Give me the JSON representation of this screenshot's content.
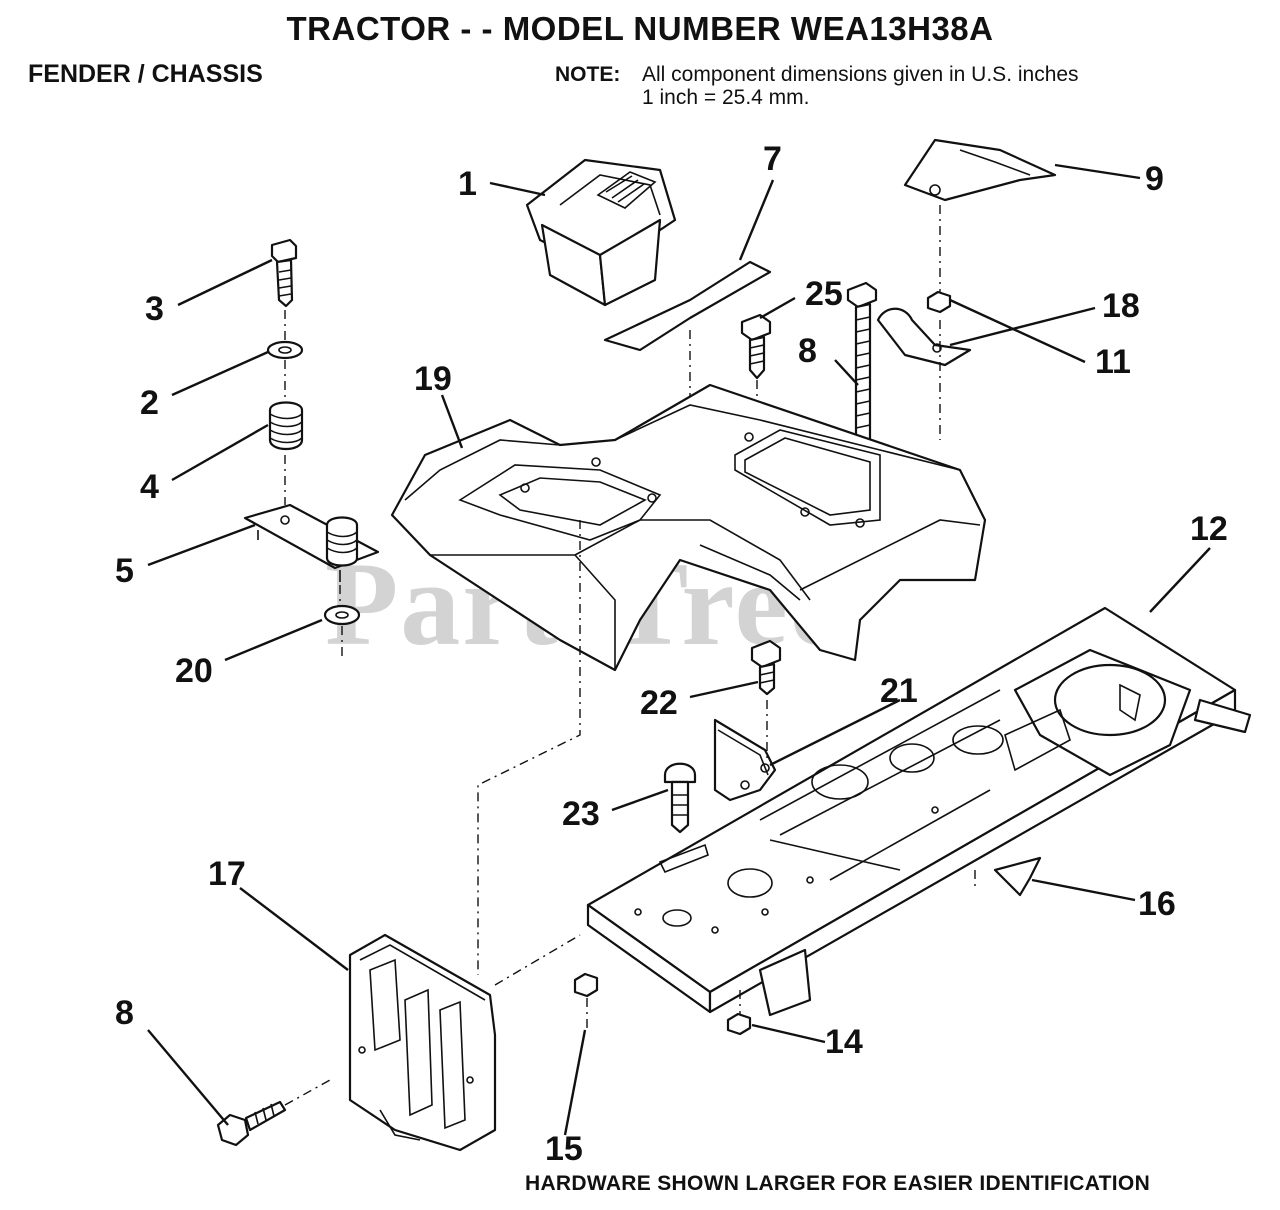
{
  "header": {
    "title": "TRACTOR - - MODEL NUMBER WEA13H38A",
    "section": "FENDER / CHASSIS"
  },
  "note": {
    "label": "NOTE:",
    "lines": [
      "All component dimensions given in U.S. inches",
      "1 inch = 25.4 mm."
    ]
  },
  "watermark": "PartsTree",
  "footer": "HARDWARE SHOWN LARGER FOR EASIER IDENTIFICATION",
  "callouts": {
    "c1": "1",
    "c7": "7",
    "c9": "9",
    "c3": "3",
    "c25": "25",
    "c18": "18",
    "c2": "2",
    "c8a": "8",
    "c11": "11",
    "c19": "19",
    "c4": "4",
    "c5": "5",
    "c12": "12",
    "c20": "20",
    "c22": "22",
    "c21": "21",
    "c23": "23",
    "c17": "17",
    "c16": "16",
    "c8b": "8",
    "c14": "14",
    "c15": "15"
  }
}
